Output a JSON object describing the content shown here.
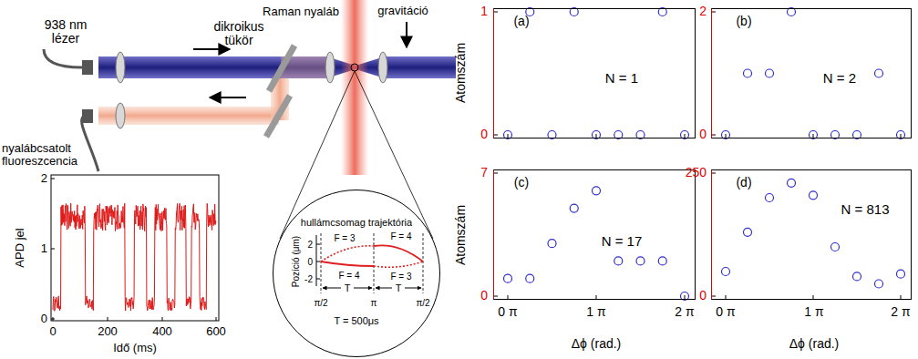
{
  "diagram": {
    "nodes": [
      {
        "text": [
          "hullámcsomag trajektória"
        ]
      },
      {
        "text": [
          "(a)",
          "N = 1"
        ]
      },
      {
        "text": [
          "(b)",
          "N = 2"
        ]
      },
      {
        "text": [
          "(c)",
          "N = 17"
        ]
      },
      {
        "text": [
          "(d)",
          "N = 813"
        ]
      }
    ],
    "labels": [
      "938 nm lézer",
      "dikroikus tükör",
      "Raman nyaláb",
      "gravitáció",
      "nyalábcsatolt fluoreszcencia",
      "APD jel",
      "0",
      "1",
      "2",
      "0",
      "200",
      "400",
      "600",
      "Idő (ms)",
      "2",
      "0",
      "-2",
      "Pozíció (μm)",
      "F = 3",
      "F = 4",
      "F = 4",
      "F = 3",
      "π/2",
      "π",
      "π/2",
      "T",
      "T",
      "T = 500μs",
      "1",
      "0",
      "2",
      "0",
      "7",
      "0",
      "250",
      "0",
      "Atomszám",
      "Atomszám",
      "0 π",
      "1 π",
      "2 π",
      "0 π",
      "1 π",
      "2 π",
      "Δϕ (rad.)",
      "Δϕ (rad.)"
    ]
  }
}
